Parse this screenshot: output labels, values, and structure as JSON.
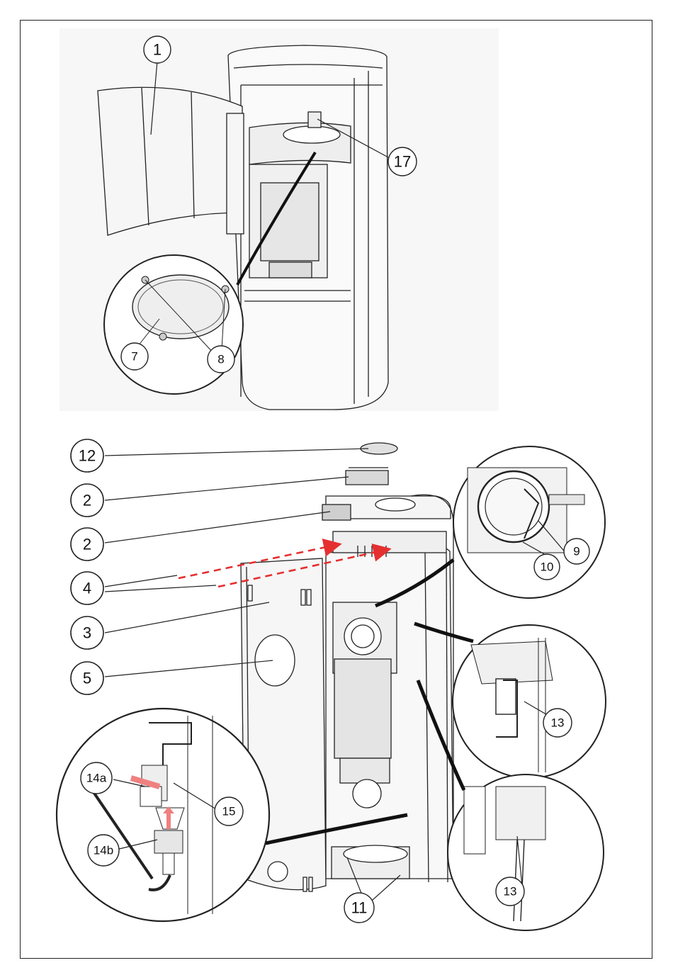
{
  "callouts": {
    "c1": "1",
    "c17": "17",
    "c7": "7",
    "c8": "8",
    "c12": "12",
    "c2a": "2",
    "c2b": "2",
    "c4": "4",
    "c3": "3",
    "c5": "5",
    "c9": "9",
    "c10": "10",
    "c13a": "13",
    "c13b": "13",
    "c14a": "14a",
    "c14b": "14b",
    "c15": "15",
    "c11": "11"
  },
  "colors": {
    "line": "#222222",
    "panel": "#f4f4f4",
    "shade": "#d9d9d9",
    "dash": "#e53030",
    "arrow": "#f08080"
  }
}
